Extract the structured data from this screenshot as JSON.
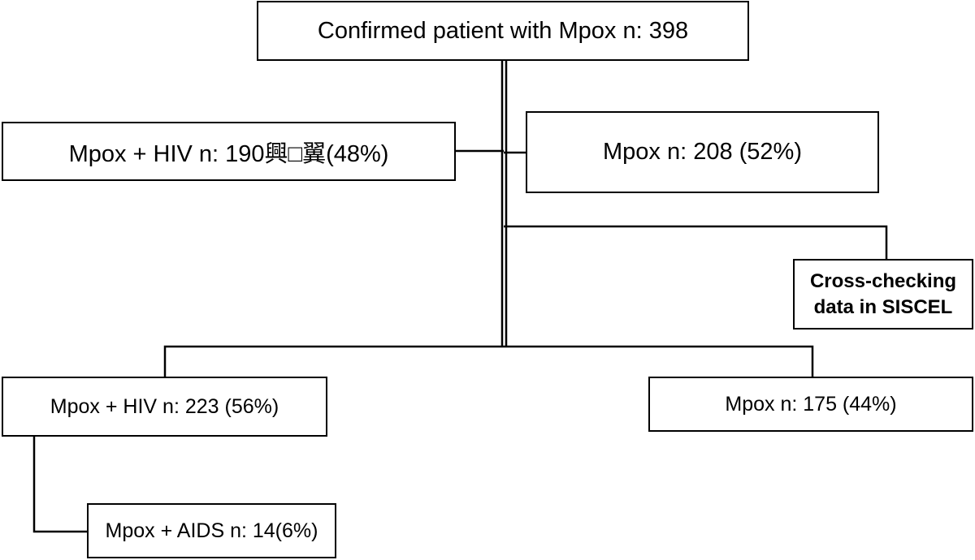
{
  "flowchart": {
    "nodes": {
      "root": "Confirmed patient with Mpox n: 398",
      "hiv_initial": "Mpox + HIV n: 190興□翼(48%)",
      "mpox_initial": "Mpox n: 208 (52%)",
      "crosscheck_line1": "Cross-checking",
      "crosscheck_line2": "data in SISCEL",
      "hiv_final": "Mpox + HIV n: 223 (56%)",
      "mpox_final": "Mpox n: 175 (44%)",
      "aids": "Mpox + AIDS n: 14(6%)"
    }
  }
}
